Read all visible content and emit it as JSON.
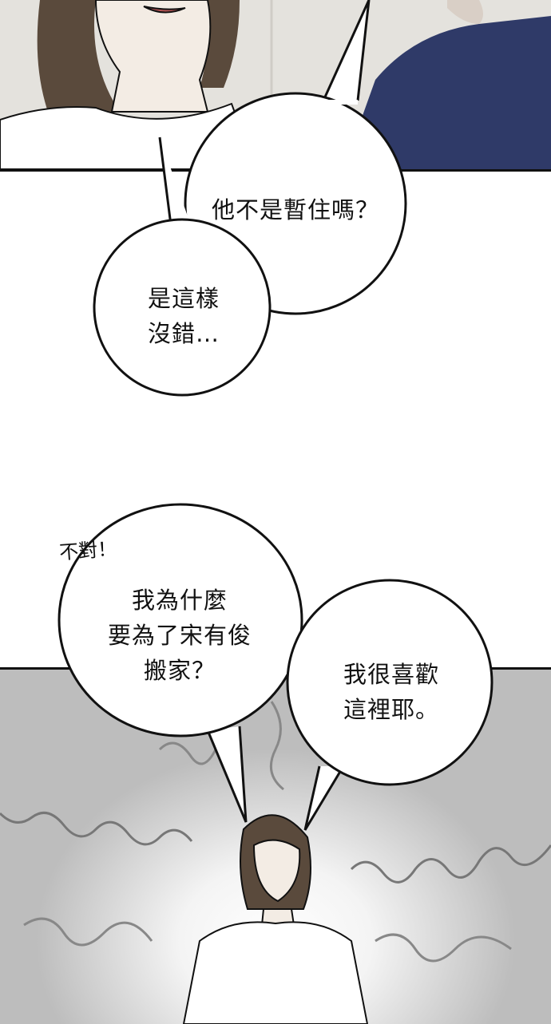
{
  "bubbles": {
    "b1": "他不是暫住嗎？",
    "b2": "是這樣\n沒錯…",
    "b3": "我為什麼\n要為了宋有俊\n搬家？",
    "b4": "我很喜歡\n這裡耶。"
  },
  "sfx": {
    "exclaim": "不對！"
  },
  "colors": {
    "panel_top_bg": "#e4e2dd",
    "shirt_blue": "#2f3a68",
    "hair": "#5a4a3c",
    "skin": "#f3ece4",
    "ink": "#111111",
    "aura": "#bdbdbd"
  }
}
